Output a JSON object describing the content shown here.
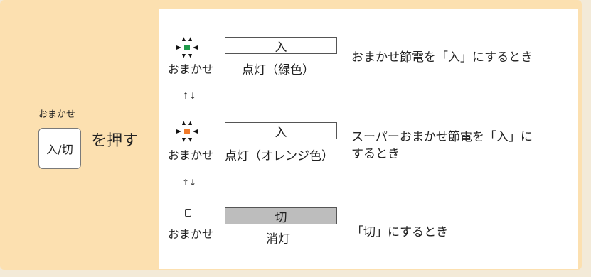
{
  "left": {
    "button_caption": "おまかせ",
    "key_label": "入/切",
    "press_text": "を押す"
  },
  "rows": [
    {
      "lamp_label": "おまかせ",
      "box_label": "入",
      "status": "点灯（緑色）",
      "description_line1": "おまかせ節電を「入」にするとき",
      "description_line2": "",
      "lamp_color": "#1f9a4a"
    },
    {
      "lamp_label": "おまかせ",
      "box_label": "入",
      "status": "点灯（オレンジ色）",
      "description_line1": "スーパーおまかせ節電を「入」に",
      "description_line2": "するとき",
      "lamp_color": "#f07a2a"
    },
    {
      "lamp_label": "おまかせ",
      "box_label": "切",
      "status": "消灯",
      "description_line1": "「切」にするとき",
      "description_line2": ""
    }
  ],
  "arrows": "↑↓",
  "colors": {
    "panel_bg": "#fce0b0",
    "page_bg": "#f3ead8",
    "off_box_bg": "#bdbdbd"
  }
}
